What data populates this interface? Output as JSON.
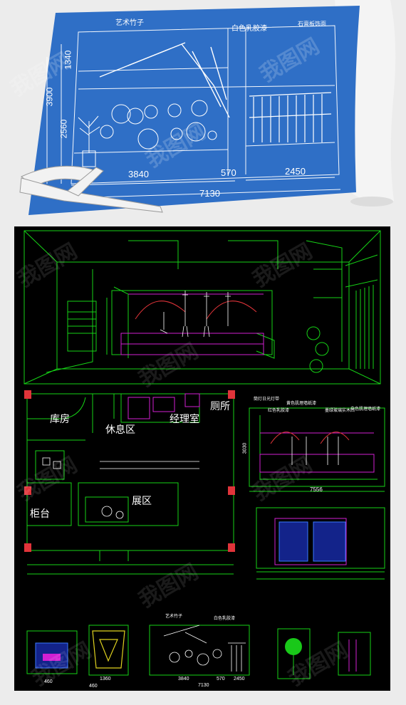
{
  "blueprint": {
    "labels": {
      "bamboo": "艺术竹子",
      "latex": "白色乳胶漆",
      "panel": "石膏板饰面"
    },
    "dims": {
      "left_top": "1340",
      "left_mid": "3900",
      "left_low": "2560",
      "bottom_a": "3840",
      "bottom_b": "570",
      "bottom_c": "2450",
      "total": "7130"
    },
    "colors": {
      "paper": "#2f6fc6",
      "line": "#ffffff"
    }
  },
  "cad": {
    "rooms": {
      "storage": "库房",
      "lounge": "休息区",
      "manager": "经理室",
      "toilet": "厕所",
      "counter": "柜台",
      "exhibit": "展区"
    },
    "right_elev": {
      "h_dim": "3030",
      "w_dim": "7556",
      "notes": [
        "筒灯日光灯带",
        "黄色肌理墙纸漆",
        "红色乳胶漆",
        "墨绿玻璃实木凹",
        "白色肌理墙纸漆"
      ]
    },
    "mini": {
      "title": "艺术竹子",
      "sub": "白色乳胶漆",
      "d1": "3840",
      "d2": "570",
      "d3": "2450",
      "total": "7130",
      "left_w": "460",
      "mid_w": "1360",
      "mid_w2": "460"
    },
    "colors": {
      "bg": "#000000",
      "green": "#16d216",
      "magenta": "#d21fd2",
      "red": "#e0343a"
    }
  },
  "watermark": "我图网"
}
